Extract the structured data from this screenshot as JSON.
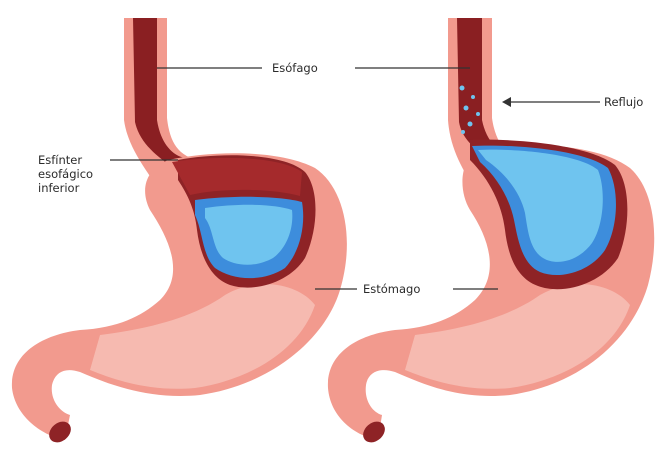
{
  "labels": {
    "esophagus": "Esófago",
    "reflux": "Reflujo",
    "sphincter": "Esfínter\nesofágico\ninferior",
    "stomach": "Estómago"
  },
  "colors": {
    "stomach_outer": "#f29a8e",
    "stomach_light": "#f5b7ad",
    "stomach_highlight": "#f9cdc4",
    "esophagus_wall": "#b0302c",
    "esophagus_lumen": "#8a1f22",
    "inner_wall": "#8e2326",
    "acid_dark": "#3d8ddc",
    "acid_light": "#6fc4ef",
    "leader_line": "#333333"
  }
}
